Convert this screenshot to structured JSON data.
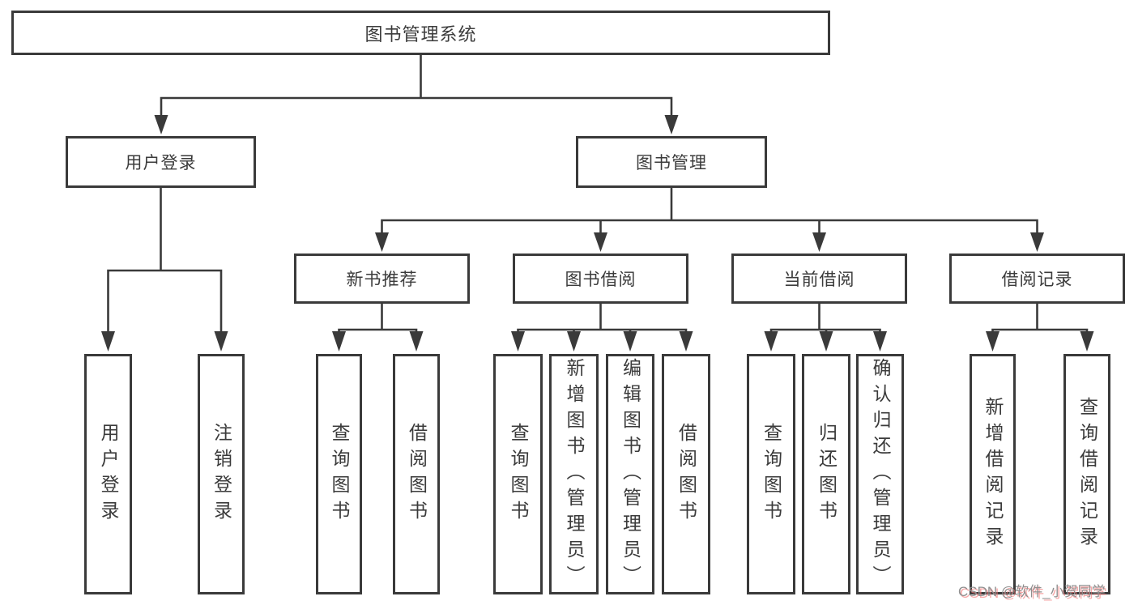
{
  "colors": {
    "line": "#3a3a3a",
    "box_border": "#3a3a3a",
    "box_background": "#ffffff",
    "text": "#3b3b3b",
    "watermark_text": "#8f8f8f",
    "watermark_shadow": "#f27878"
  },
  "tree": {
    "root": {
      "label": "图书管理系统"
    },
    "level2": [
      {
        "label": "用户登录",
        "leaves": [
          "用户登录",
          "注销登录"
        ]
      },
      {
        "label": "图书管理",
        "sections": [
          {
            "label": "新书推荐",
            "leaves": [
              "查询图书",
              "借阅图书"
            ]
          },
          {
            "label": "图书借阅",
            "leaves": [
              "查询图书",
              "新增图书（管理员）",
              "编辑图书（管理员）",
              "借阅图书"
            ]
          },
          {
            "label": "当前借阅",
            "leaves": [
              "查询图书",
              "归还图书",
              "确认归还（管理员）"
            ]
          },
          {
            "label": "借阅记录",
            "leaves": [
              "新增借阅记录",
              "查询借阅记录"
            ]
          }
        ]
      }
    ]
  },
  "watermark": {
    "text": "CSDN @软件_小贺同学"
  }
}
